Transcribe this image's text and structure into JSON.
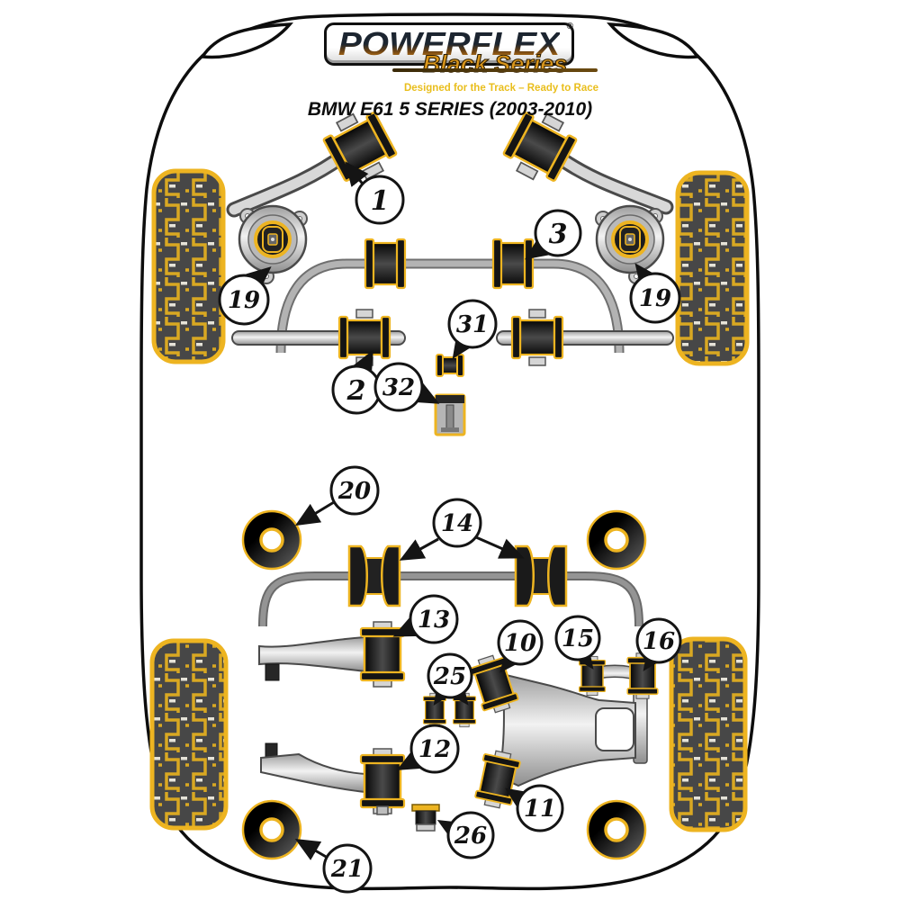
{
  "header": {
    "brand": "POWERFLEX",
    "registered_mark": "®",
    "series": "Black Series",
    "tagline": "Designed for the Track – Ready to Race",
    "title": "BMW E61 5 SERIES (2003-2010)"
  },
  "colors": {
    "accent_yellow": "#EDB421",
    "bushing_black": "#1E1E1E",
    "outline_black": "#111111",
    "metal_gray": "#C9C9C9",
    "gold_text": "#E9BE1C"
  },
  "diagram": {
    "vehicle_view": "top-view car chassis outline with four tyres",
    "callouts": {
      "c1": {
        "number": "1",
        "part": "front-control-arm-front-bush"
      },
      "c19L": {
        "number": "19",
        "part": "front-top-mount-left"
      },
      "c19R": {
        "number": "19",
        "part": "front-top-mount-right"
      },
      "c3": {
        "number": "3",
        "part": "front-anti-roll-bar-bush"
      },
      "c2": {
        "number": "2",
        "part": "front-tie-bar-bush"
      },
      "c31": {
        "number": "31",
        "part": "small-spool-bush"
      },
      "c32": {
        "number": "32",
        "part": "sleeve-bush"
      },
      "c20": {
        "number": "20",
        "part": "rear-subframe-front-mount"
      },
      "c14": {
        "number": "14",
        "part": "rear-anti-roll-bar-bushes"
      },
      "c13": {
        "number": "13",
        "part": "rear-trailing-arm-bush"
      },
      "c25": {
        "number": "25",
        "part": "rear-small-bushes"
      },
      "c12": {
        "number": "12",
        "part": "rear-lower-arm-bush"
      },
      "c10": {
        "number": "10",
        "part": "rear-upper-arm-outer-bush"
      },
      "c15": {
        "number": "15",
        "part": "rear-link-inner-bush"
      },
      "c16": {
        "number": "16",
        "part": "rear-link-outer-bush"
      },
      "c11": {
        "number": "11",
        "part": "rear-upper-arm-lower-bush"
      },
      "c26": {
        "number": "26",
        "part": "top-hat-bush"
      },
      "c21": {
        "number": "21",
        "part": "rear-subframe-rear-mount"
      }
    }
  }
}
